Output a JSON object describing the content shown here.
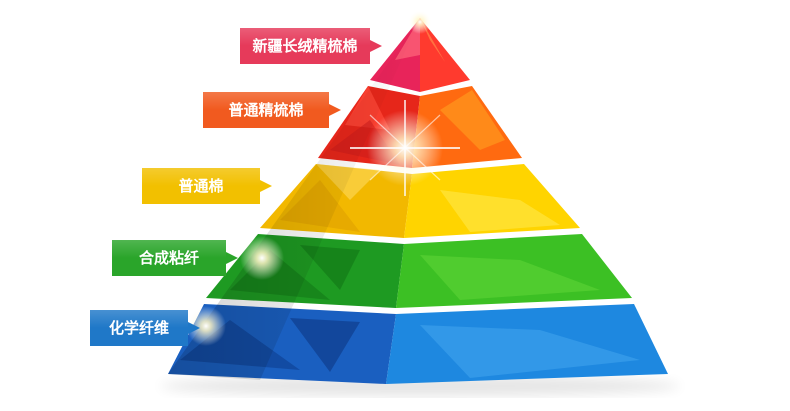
{
  "tiers": [
    {
      "label": "新疆长绒精梳棉",
      "color": "#e63a5a"
    },
    {
      "label": "普通精梳棉",
      "color": "#f15a1f"
    },
    {
      "label": "普通棉",
      "color": "#f2c000"
    },
    {
      "label": "合成粘纤",
      "color": "#2aa52a"
    },
    {
      "label": "化学纤维",
      "color": "#1f78c8"
    }
  ]
}
